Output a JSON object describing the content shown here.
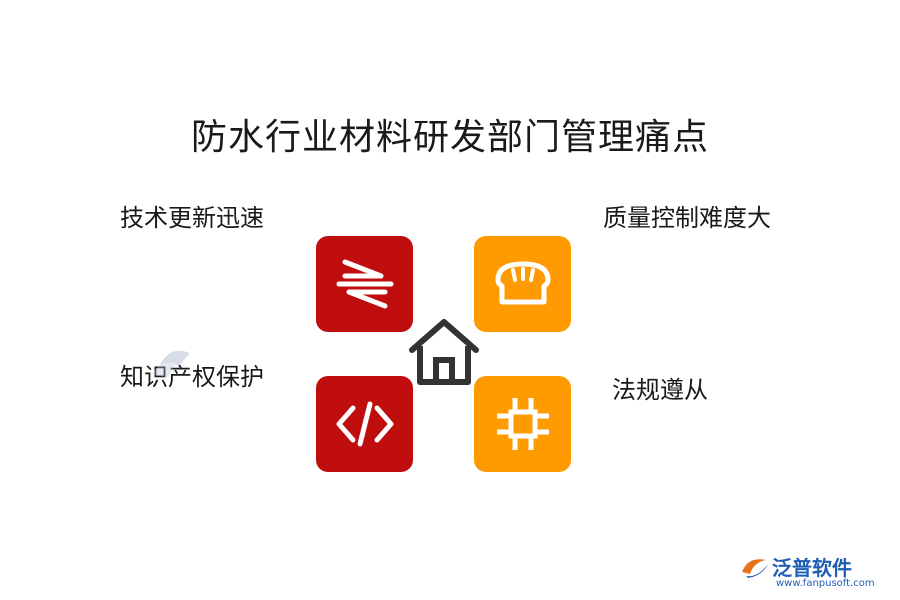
{
  "title": "防水行业材料研发部门管理痛点",
  "labels": {
    "top_left": "技术更新迅速",
    "top_right": "质量控制难度大",
    "bottom_left": "知识产权保护",
    "bottom_right": "法规遵从"
  },
  "tiles": [
    {
      "position": "top-left",
      "icon": "equilibrium-arrow-icon",
      "color": "#c00d0d"
    },
    {
      "position": "top-right",
      "icon": "bread-icon",
      "color": "#ff9a00"
    },
    {
      "position": "bottom-left",
      "icon": "code-icon",
      "color": "#c00d0d"
    },
    {
      "position": "bottom-right",
      "icon": "frame-icon",
      "color": "#ff9a00"
    }
  ],
  "center_icon": "home-icon",
  "brand": {
    "name": "泛普软件",
    "url": "www.fanpusoft.com"
  }
}
